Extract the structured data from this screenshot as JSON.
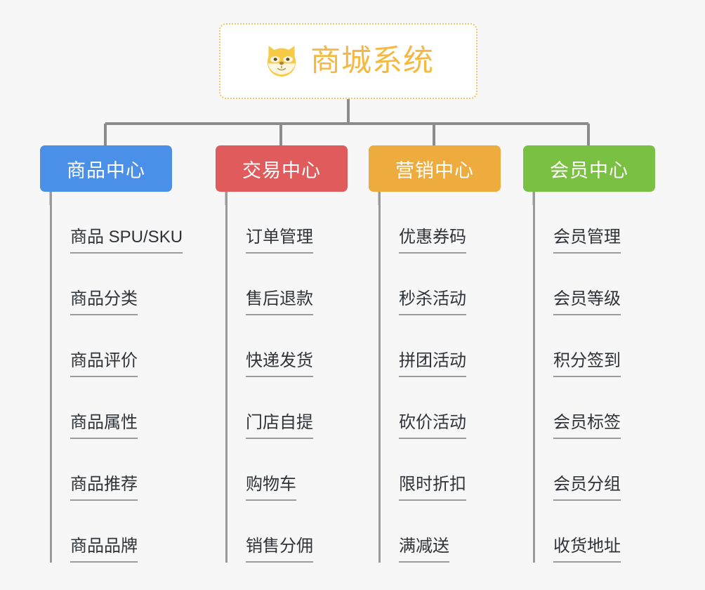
{
  "diagram": {
    "title": "商城系统",
    "background_color": "#f7f7f7",
    "root": {
      "label": "商城系统",
      "icon": "shiba-dog-face-icon",
      "text_color": "#f5b942",
      "border_color": "#f0c36d",
      "background_color": "#ffffff"
    },
    "connector_color": "#8c8c8c",
    "columns": [
      {
        "label": "商品中心",
        "color": "#4a90e8",
        "items": [
          "商品 SPU/SKU",
          "商品分类",
          "商品评价",
          "商品属性",
          "商品推荐",
          "商品品牌"
        ]
      },
      {
        "label": "交易中心",
        "color": "#e05c5c",
        "items": [
          "订单管理",
          "售后退款",
          "快递发货",
          "门店自提",
          "购物车",
          "销售分佣"
        ]
      },
      {
        "label": "营销中心",
        "color": "#eeab3e",
        "items": [
          "优惠券码",
          "秒杀活动",
          "拼团活动",
          "砍价活动",
          "限时折扣",
          "满减送"
        ]
      },
      {
        "label": "会员中心",
        "color": "#7ac143",
        "items": [
          "会员管理",
          "会员等级",
          "积分签到",
          "会员标签",
          "会员分组",
          "收货地址"
        ]
      }
    ]
  }
}
